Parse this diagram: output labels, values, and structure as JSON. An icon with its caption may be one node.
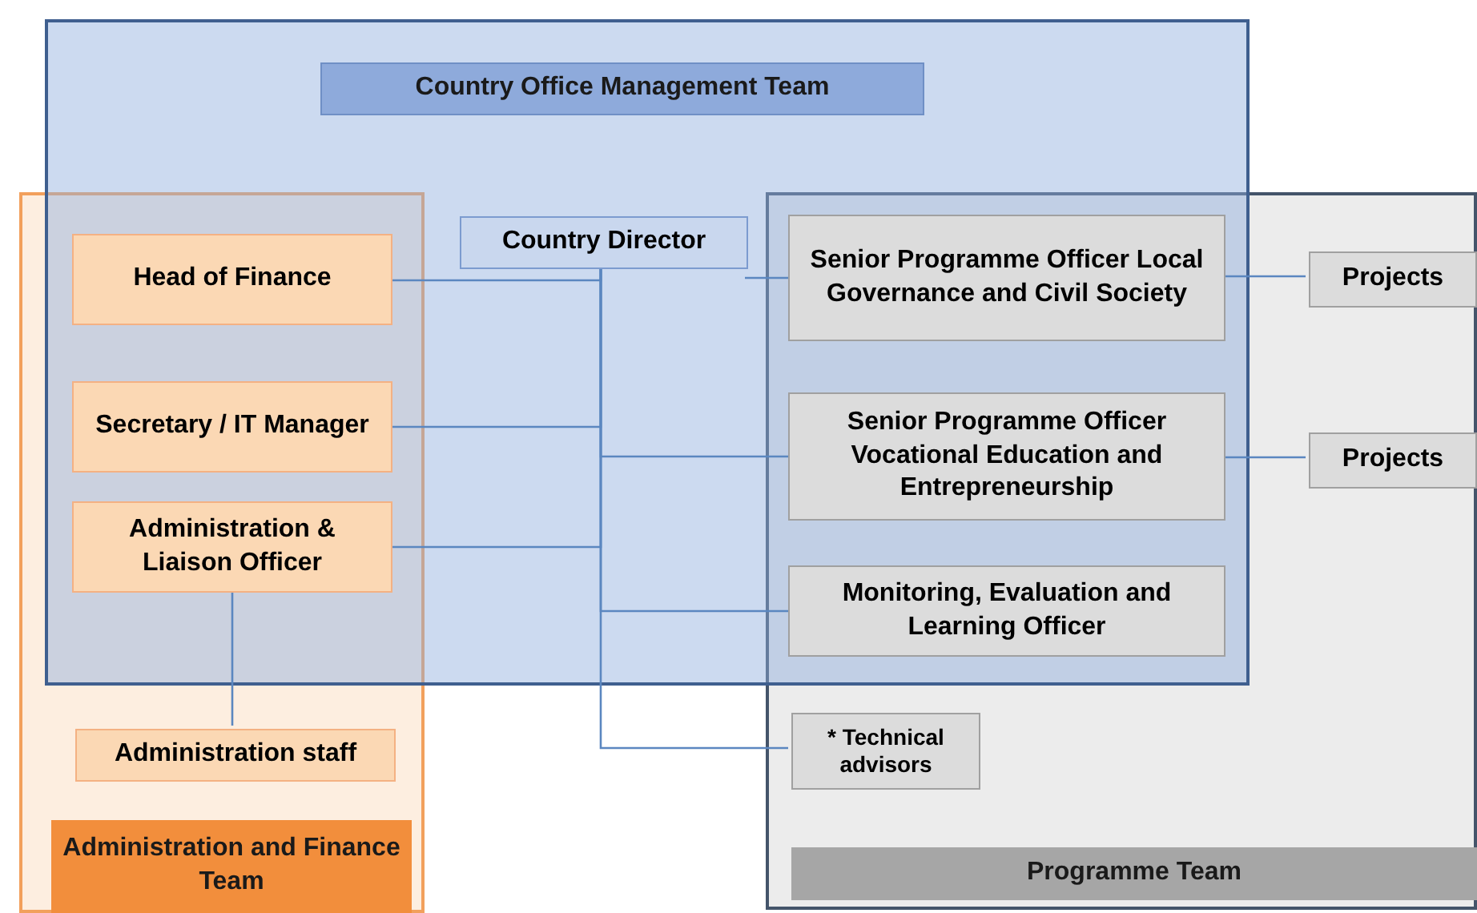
{
  "diagram": {
    "nodes": [
      {
        "text": [
          "Country Office Management Team"
        ]
      },
      {
        "text": [
          "Administration and Finance Team"
        ]
      },
      {
        "text": [
          "Programme Team"
        ]
      },
      {
        "text": [
          "Country Director"
        ],
        "in": 0
      },
      {
        "text": [
          "Head of Finance"
        ]
      },
      {
        "text": [
          "Secretary / IT Manager"
        ]
      },
      {
        "text": [
          "Administration & Liaison Officer"
        ]
      },
      {
        "text": [
          "Administration staff"
        ],
        "in": 1
      },
      {
        "text": [
          "Senior Programme Officer Local Governance and Civil Society"
        ]
      },
      {
        "text": [
          "Senior Programme Officer Vocational Education and Entrepreneurship"
        ]
      },
      {
        "text": [
          "Monitoring, Evaluation and Learning Officer"
        ]
      },
      {
        "text": [
          "* Technical advisors"
        ],
        "in": 2
      },
      {
        "text": [
          "Projects"
        ],
        "in": 2
      },
      {
        "text": [
          "Projects"
        ],
        "in": 2
      }
    ],
    "edges": [
      {
        "from": 3,
        "to": 4,
        "arrow": "none"
      },
      {
        "from": 3,
        "to": 8,
        "arrow": "none"
      },
      {
        "from": 3,
        "to": 5,
        "arrow": "none"
      },
      {
        "from": 3,
        "to": 9,
        "arrow": "none"
      },
      {
        "from": 3,
        "to": 6,
        "arrow": "none"
      },
      {
        "from": 3,
        "to": 10,
        "arrow": "none"
      },
      {
        "from": 3,
        "to": 11,
        "arrow": "none"
      },
      {
        "from": 8,
        "to": 12,
        "arrow": "none"
      },
      {
        "from": 9,
        "to": 13,
        "arrow": "none"
      },
      {
        "from": 6,
        "to": 7,
        "arrow": "none"
      }
    ]
  }
}
